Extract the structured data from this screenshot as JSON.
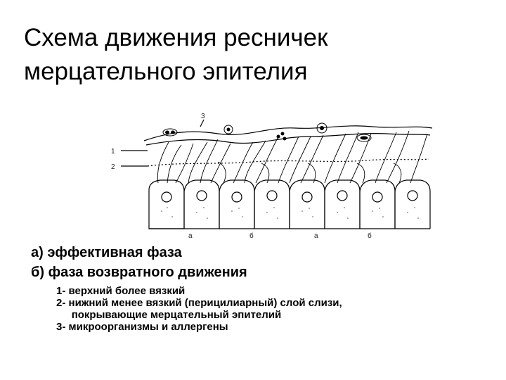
{
  "title_lines": [
    "Схема движения ресничек",
    "мерцательного эпителия"
  ],
  "diagram": {
    "labels": [
      "1",
      "2",
      "3"
    ],
    "phase_marks": [
      "а",
      "б",
      "а",
      "б"
    ]
  },
  "phases": [
    "а) эффективная фаза",
    "б) фаза возвратного движения"
  ],
  "legend": [
    {
      "num": "1- ",
      "text": "верхний более вязкий"
    },
    {
      "num": "2- ",
      "text": "нижний менее вязкий (перицилиарный) слой слизи,\n покрывающие мерцательный эпителий"
    },
    {
      "num": "3- ",
      "text": "микроорганизмы и аллергены"
    }
  ]
}
